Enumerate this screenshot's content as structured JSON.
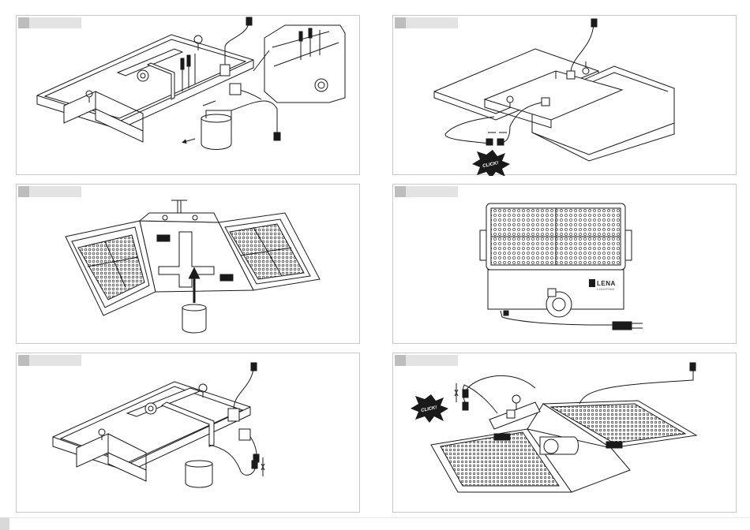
{
  "panels": [
    {
      "id": 1
    },
    {
      "id": 2
    },
    {
      "id": 3
    },
    {
      "id": 4
    },
    {
      "id": 5
    },
    {
      "id": 6
    }
  ],
  "labels": {
    "click": "CLICK!",
    "brand": "LENA",
    "brand_sub": "LIGHTING"
  },
  "colors": {
    "line": "#1a1a1a",
    "tab_number": "#bdbdbd",
    "tab_bar": "#e3e3e3",
    "panel_border": "#c9c9c9",
    "star": "#1a1a1a"
  }
}
